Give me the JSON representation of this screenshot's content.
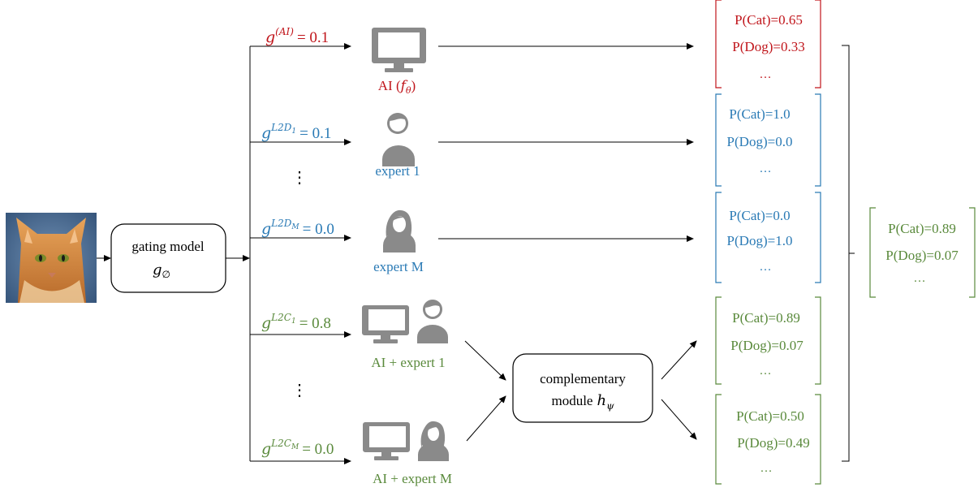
{
  "colors": {
    "ai": "#c0151b",
    "expert": "#2a7ab5",
    "combo": "#5a8a3c",
    "line": "#000000",
    "icon": "#8a8a8a"
  },
  "icons": {
    "input_image": "cat-photo",
    "ai": "monitor-icon",
    "expert1": "person-short-hair-icon",
    "expertM": "person-long-hair-icon"
  },
  "gating": {
    "line1": "gating model",
    "symbol": "g",
    "sub": "∅"
  },
  "complementary": {
    "line1": "complementary",
    "line2": "module",
    "symbol": "h",
    "sub": "ψ"
  },
  "branches": [
    {
      "g_base": "g",
      "g_sup": "(AI)",
      "g_sub": "",
      "value": "= 0.1",
      "label": "AI (",
      "label_math": "f",
      "label_math_sub": "θ",
      "label_close": ")"
    },
    {
      "g_base": "g",
      "g_sup": "L2D",
      "g_sub": "1",
      "value": "= 0.1",
      "label": "expert 1"
    },
    {
      "g_base": "g",
      "g_sup": "L2D",
      "g_sub": "M",
      "value": "= 0.0",
      "label": "expert M"
    },
    {
      "g_base": "g",
      "g_sup": "L2C",
      "g_sub": "1",
      "value": "= 0.8",
      "label": "AI + expert 1"
    },
    {
      "g_base": "g",
      "g_sup": "L2C",
      "g_sub": "M",
      "value": "= 0.0",
      "label": "AI + expert M"
    }
  ],
  "vdots": "⋮",
  "outputs": [
    {
      "cat": "P(Cat)=0.65",
      "dog": "P(Dog)=0.33",
      "more": "…"
    },
    {
      "cat": "P(Cat)=1.0",
      "dog": "P(Dog)=0.0",
      "more": "…"
    },
    {
      "cat": "P(Cat)=0.0",
      "dog": "P(Dog)=1.0",
      "more": "…"
    },
    {
      "cat": "P(Cat)=0.89",
      "dog": "P(Dog)=0.07",
      "more": "…"
    },
    {
      "cat": "P(Cat)=0.50",
      "dog": "P(Dog)=0.49",
      "more": "…"
    }
  ],
  "final": {
    "cat": "P(Cat)=0.89",
    "dog": "P(Dog)=0.07",
    "more": "…"
  }
}
